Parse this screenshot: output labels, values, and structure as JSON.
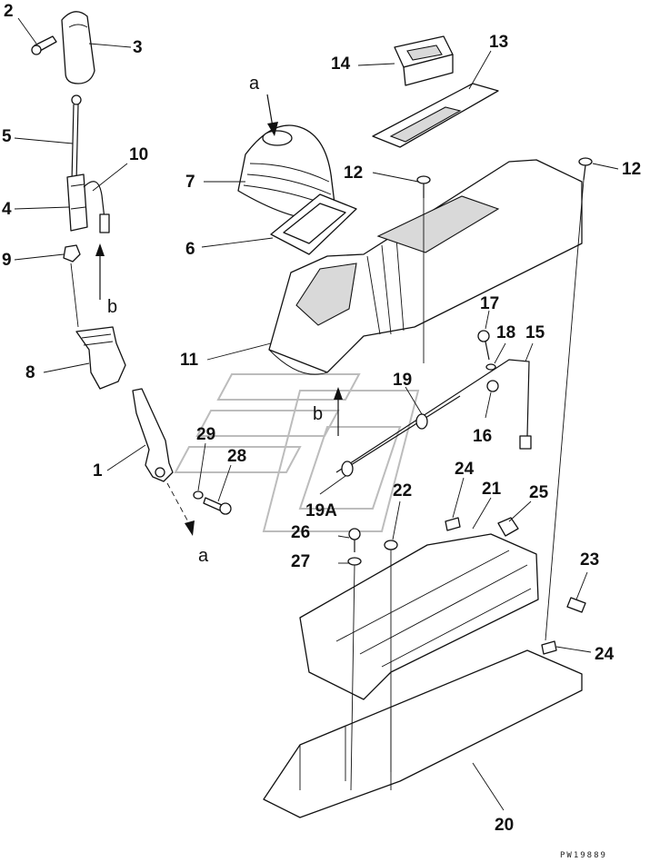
{
  "drawing_ref": "PW19889",
  "labels": {
    "l1": "1",
    "l2": "2",
    "l3": "3",
    "l4": "4",
    "l5": "5",
    "l6": "6",
    "l7": "7",
    "l8": "8",
    "l9": "9",
    "l10": "10",
    "l11": "11",
    "l12": "12",
    "l13": "13",
    "l14": "14",
    "l15": "15",
    "l16": "16",
    "l17": "17",
    "l18": "18",
    "l19": "19",
    "l19a": "19A",
    "l20": "20",
    "l21": "21",
    "l22": "22",
    "l23": "23",
    "l24": "24",
    "l25": "25",
    "l26": "26",
    "l27": "27",
    "l28": "28",
    "l29": "29",
    "a1": "a",
    "a2": "a",
    "b1": "b",
    "b2": "b"
  }
}
